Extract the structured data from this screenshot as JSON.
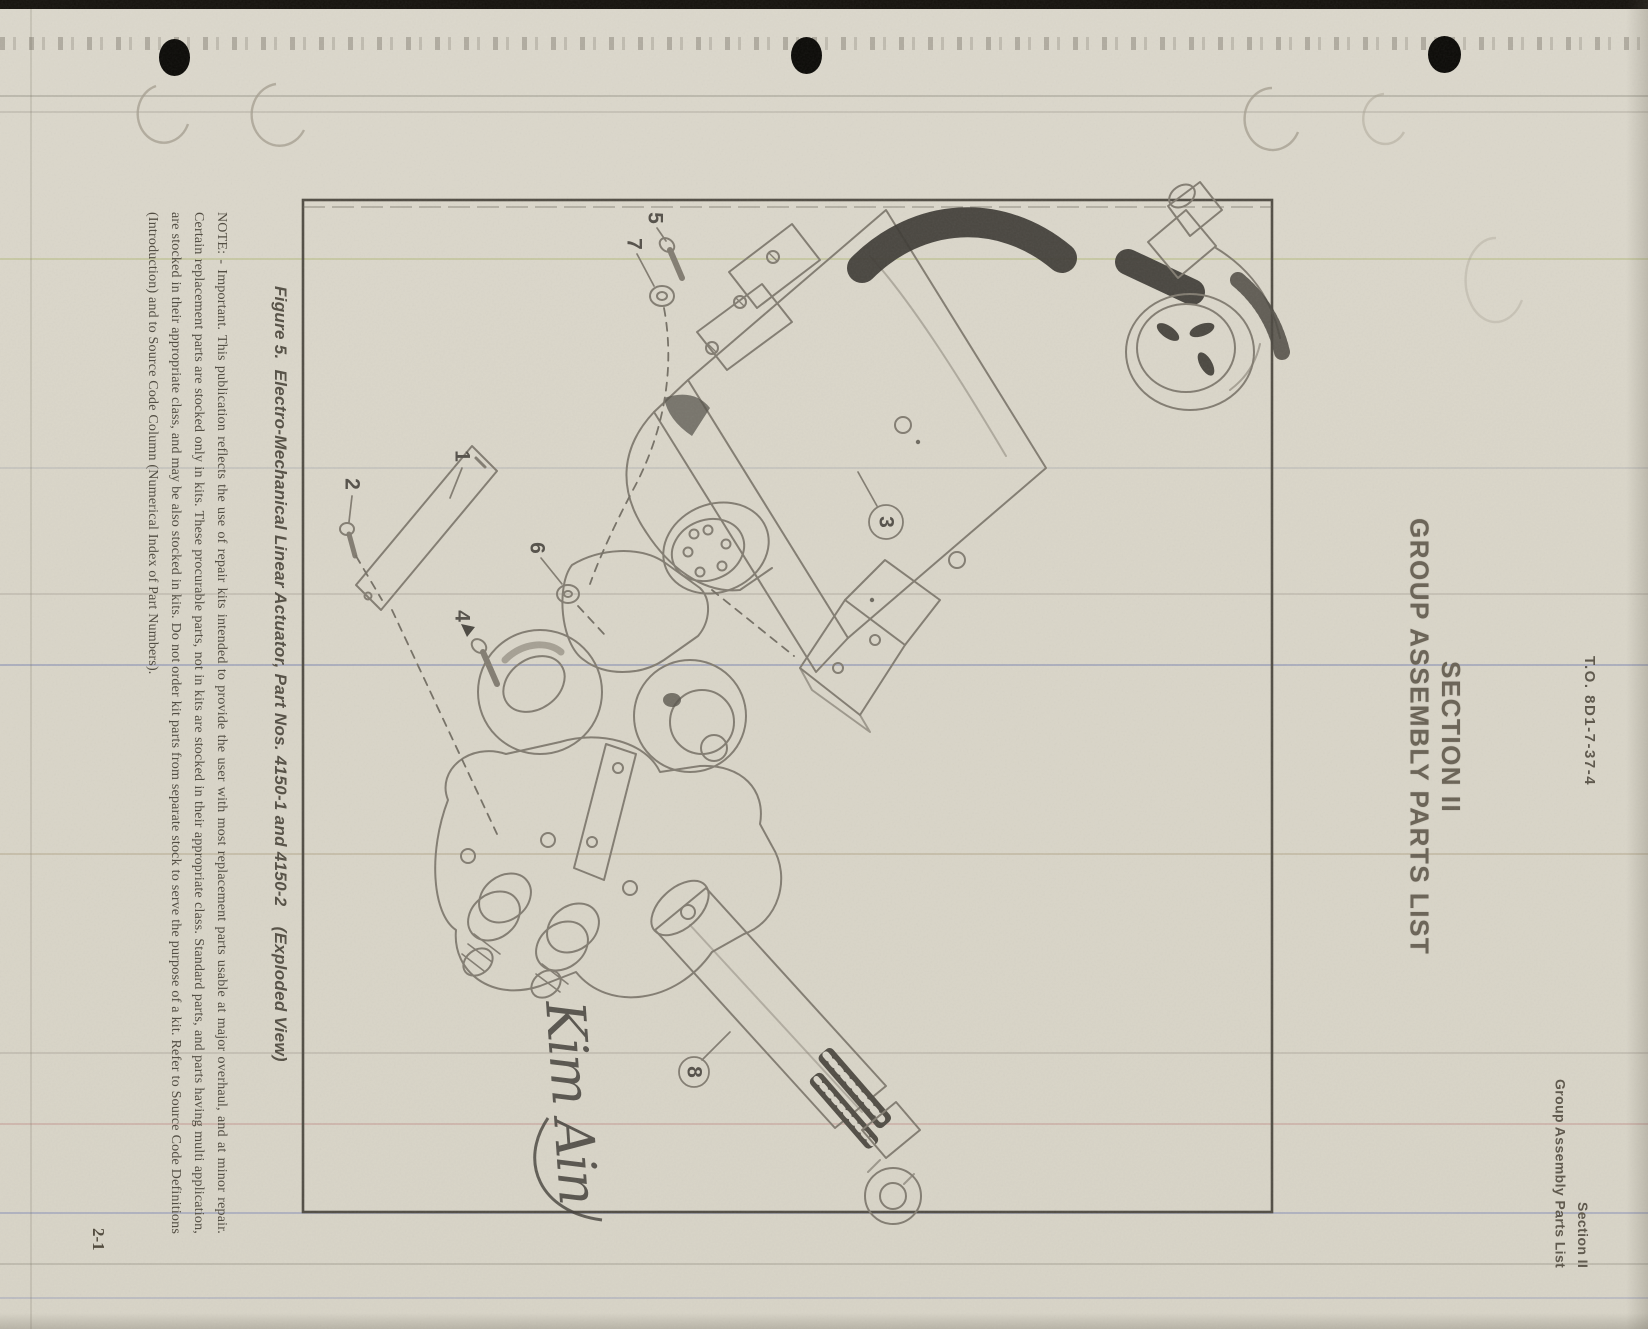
{
  "scan": {
    "to_number": "T.O. 8D1-7-37-4",
    "running_head": {
      "line1": "Section II",
      "line2": "Group Assembly Parts List"
    },
    "section_title": {
      "line1": "SECTION II",
      "line2": "GROUP ASSEMBLY PARTS LIST"
    },
    "figure_caption": "Figure 5.  Electro-Mechanical Linear Actuator, Part Nos. 4150-1 and 4150-2    (Exploded View)",
    "note": "NOTE: - Important.  This publication reflects the use of repair kits intended to provide the user with most replacement parts usable at major overhaul, and at minor repair.  Certain replacement parts are stocked only in kits.  These procurable parts, not in kits are stocked in their appropriate class.  Standard parts, and parts having multi application, are stocked in their appropriate class, and may be also stocked in kits.  Do not order kit parts from separate stock to serve the purpose of a kit.  Refer to Source Code Definitions (Introduction) and to Source Code Column (Numerical Index of Part Numbers).",
    "page_number": "2-1",
    "signature": "Kim Ain",
    "callouts": [
      "1",
      "2",
      "3",
      "4",
      "5",
      "6",
      "7",
      "8"
    ]
  },
  "colors": {
    "paper": "#d9d5c8",
    "ink": "#4f4a3f",
    "drawing_line": "#827c70",
    "scan_bar": "#16130e"
  }
}
